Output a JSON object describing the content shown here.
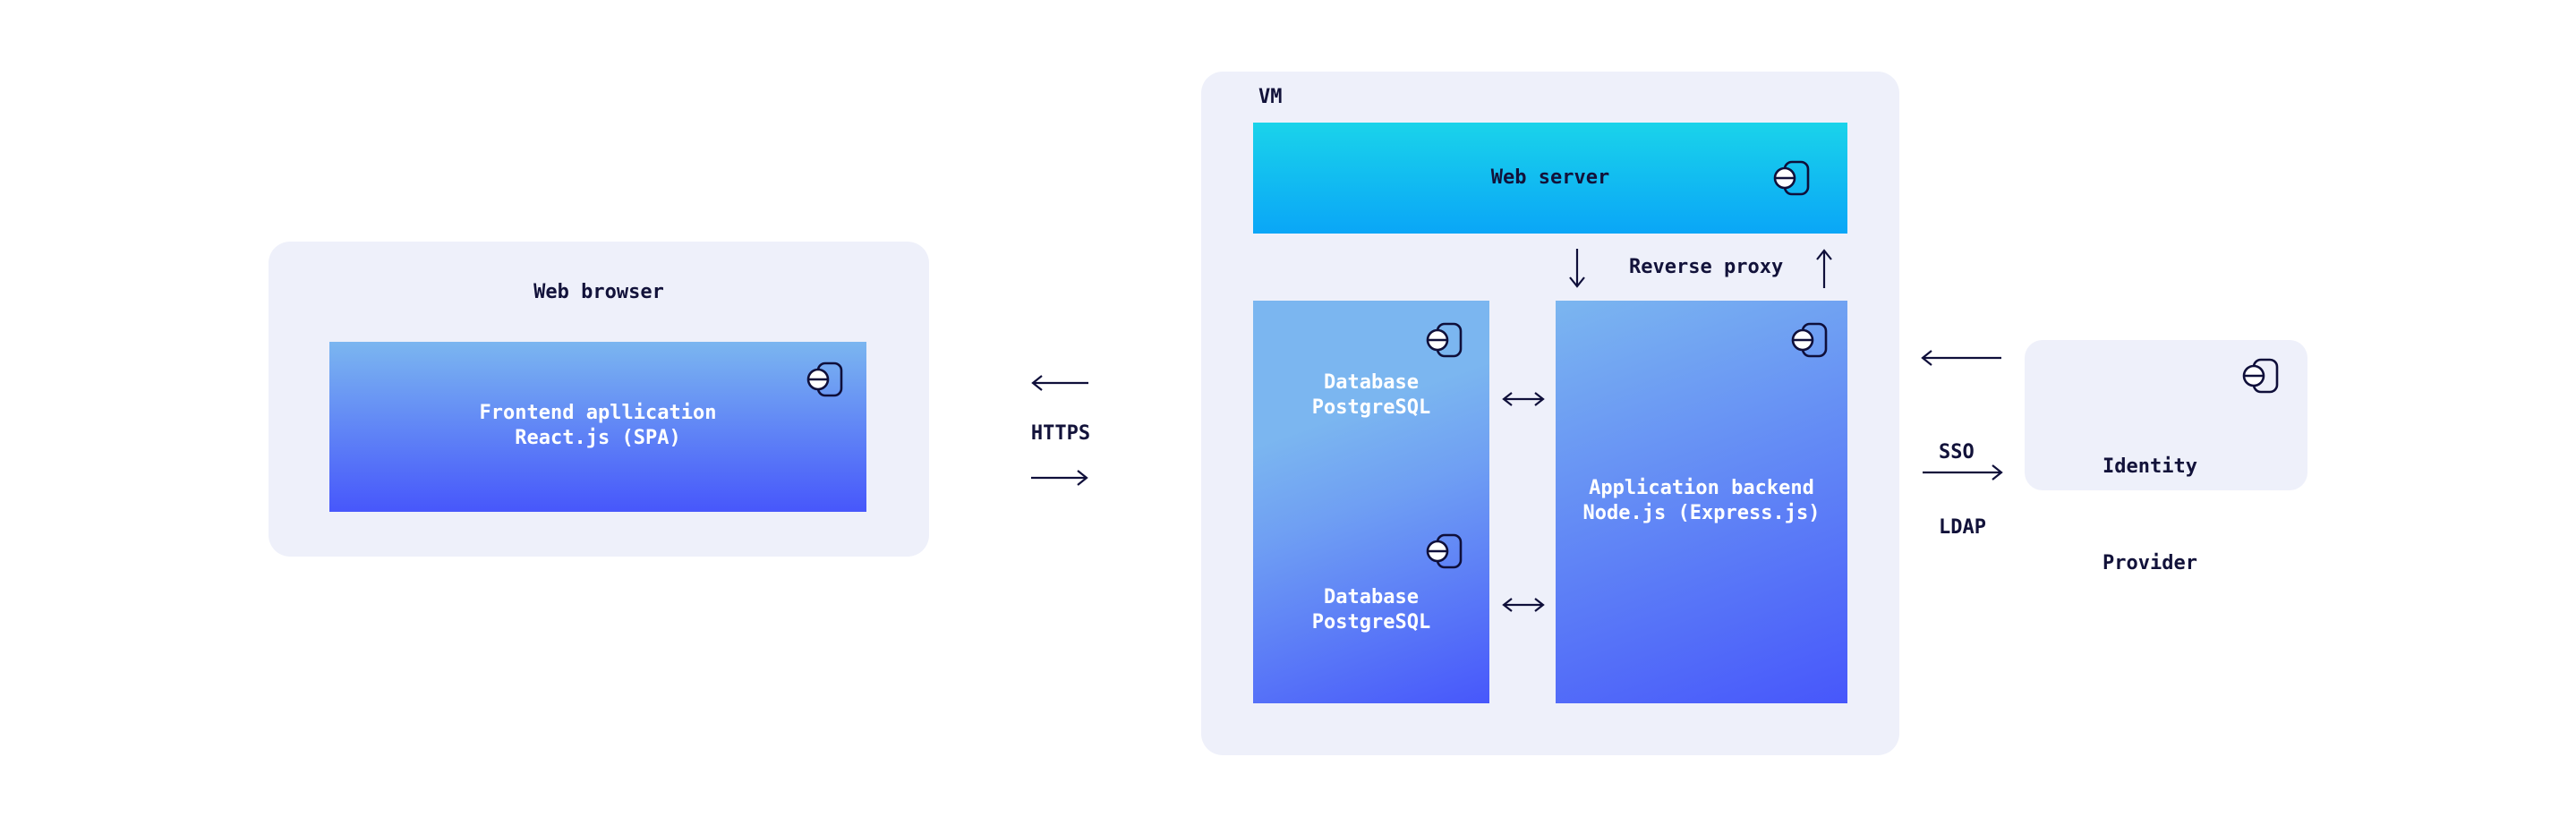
{
  "browser": {
    "title": "Web browser",
    "frontend": {
      "line1": "Frontend apllication",
      "line2": "React.js (SPA)"
    }
  },
  "https_label": "HTTPS",
  "vm": {
    "title": "VM",
    "webserver": "Web server",
    "reverse_proxy": "Reverse proxy",
    "db1": {
      "line1": "Database",
      "line2": "PostgreSQL"
    },
    "db2": {
      "line1": "Database",
      "line2": "PostgreSQL"
    },
    "backend": {
      "line1": "Application backend",
      "line2": "Node.js (Express.js)"
    }
  },
  "sso_label": {
    "line1": "SSO",
    "line2": "LDAP"
  },
  "idp": {
    "line1": "Identity",
    "line2": "Provider"
  },
  "colors": {
    "panel_bg": "#eef0fa",
    "webserver_gradient": [
      "#1ad3ea",
      "#0aa6f7"
    ],
    "blue_gradient": [
      "#7bb6f0",
      "#4757fb"
    ],
    "arrow": "#0f0f3a"
  },
  "icons": [
    "component-icon"
  ]
}
